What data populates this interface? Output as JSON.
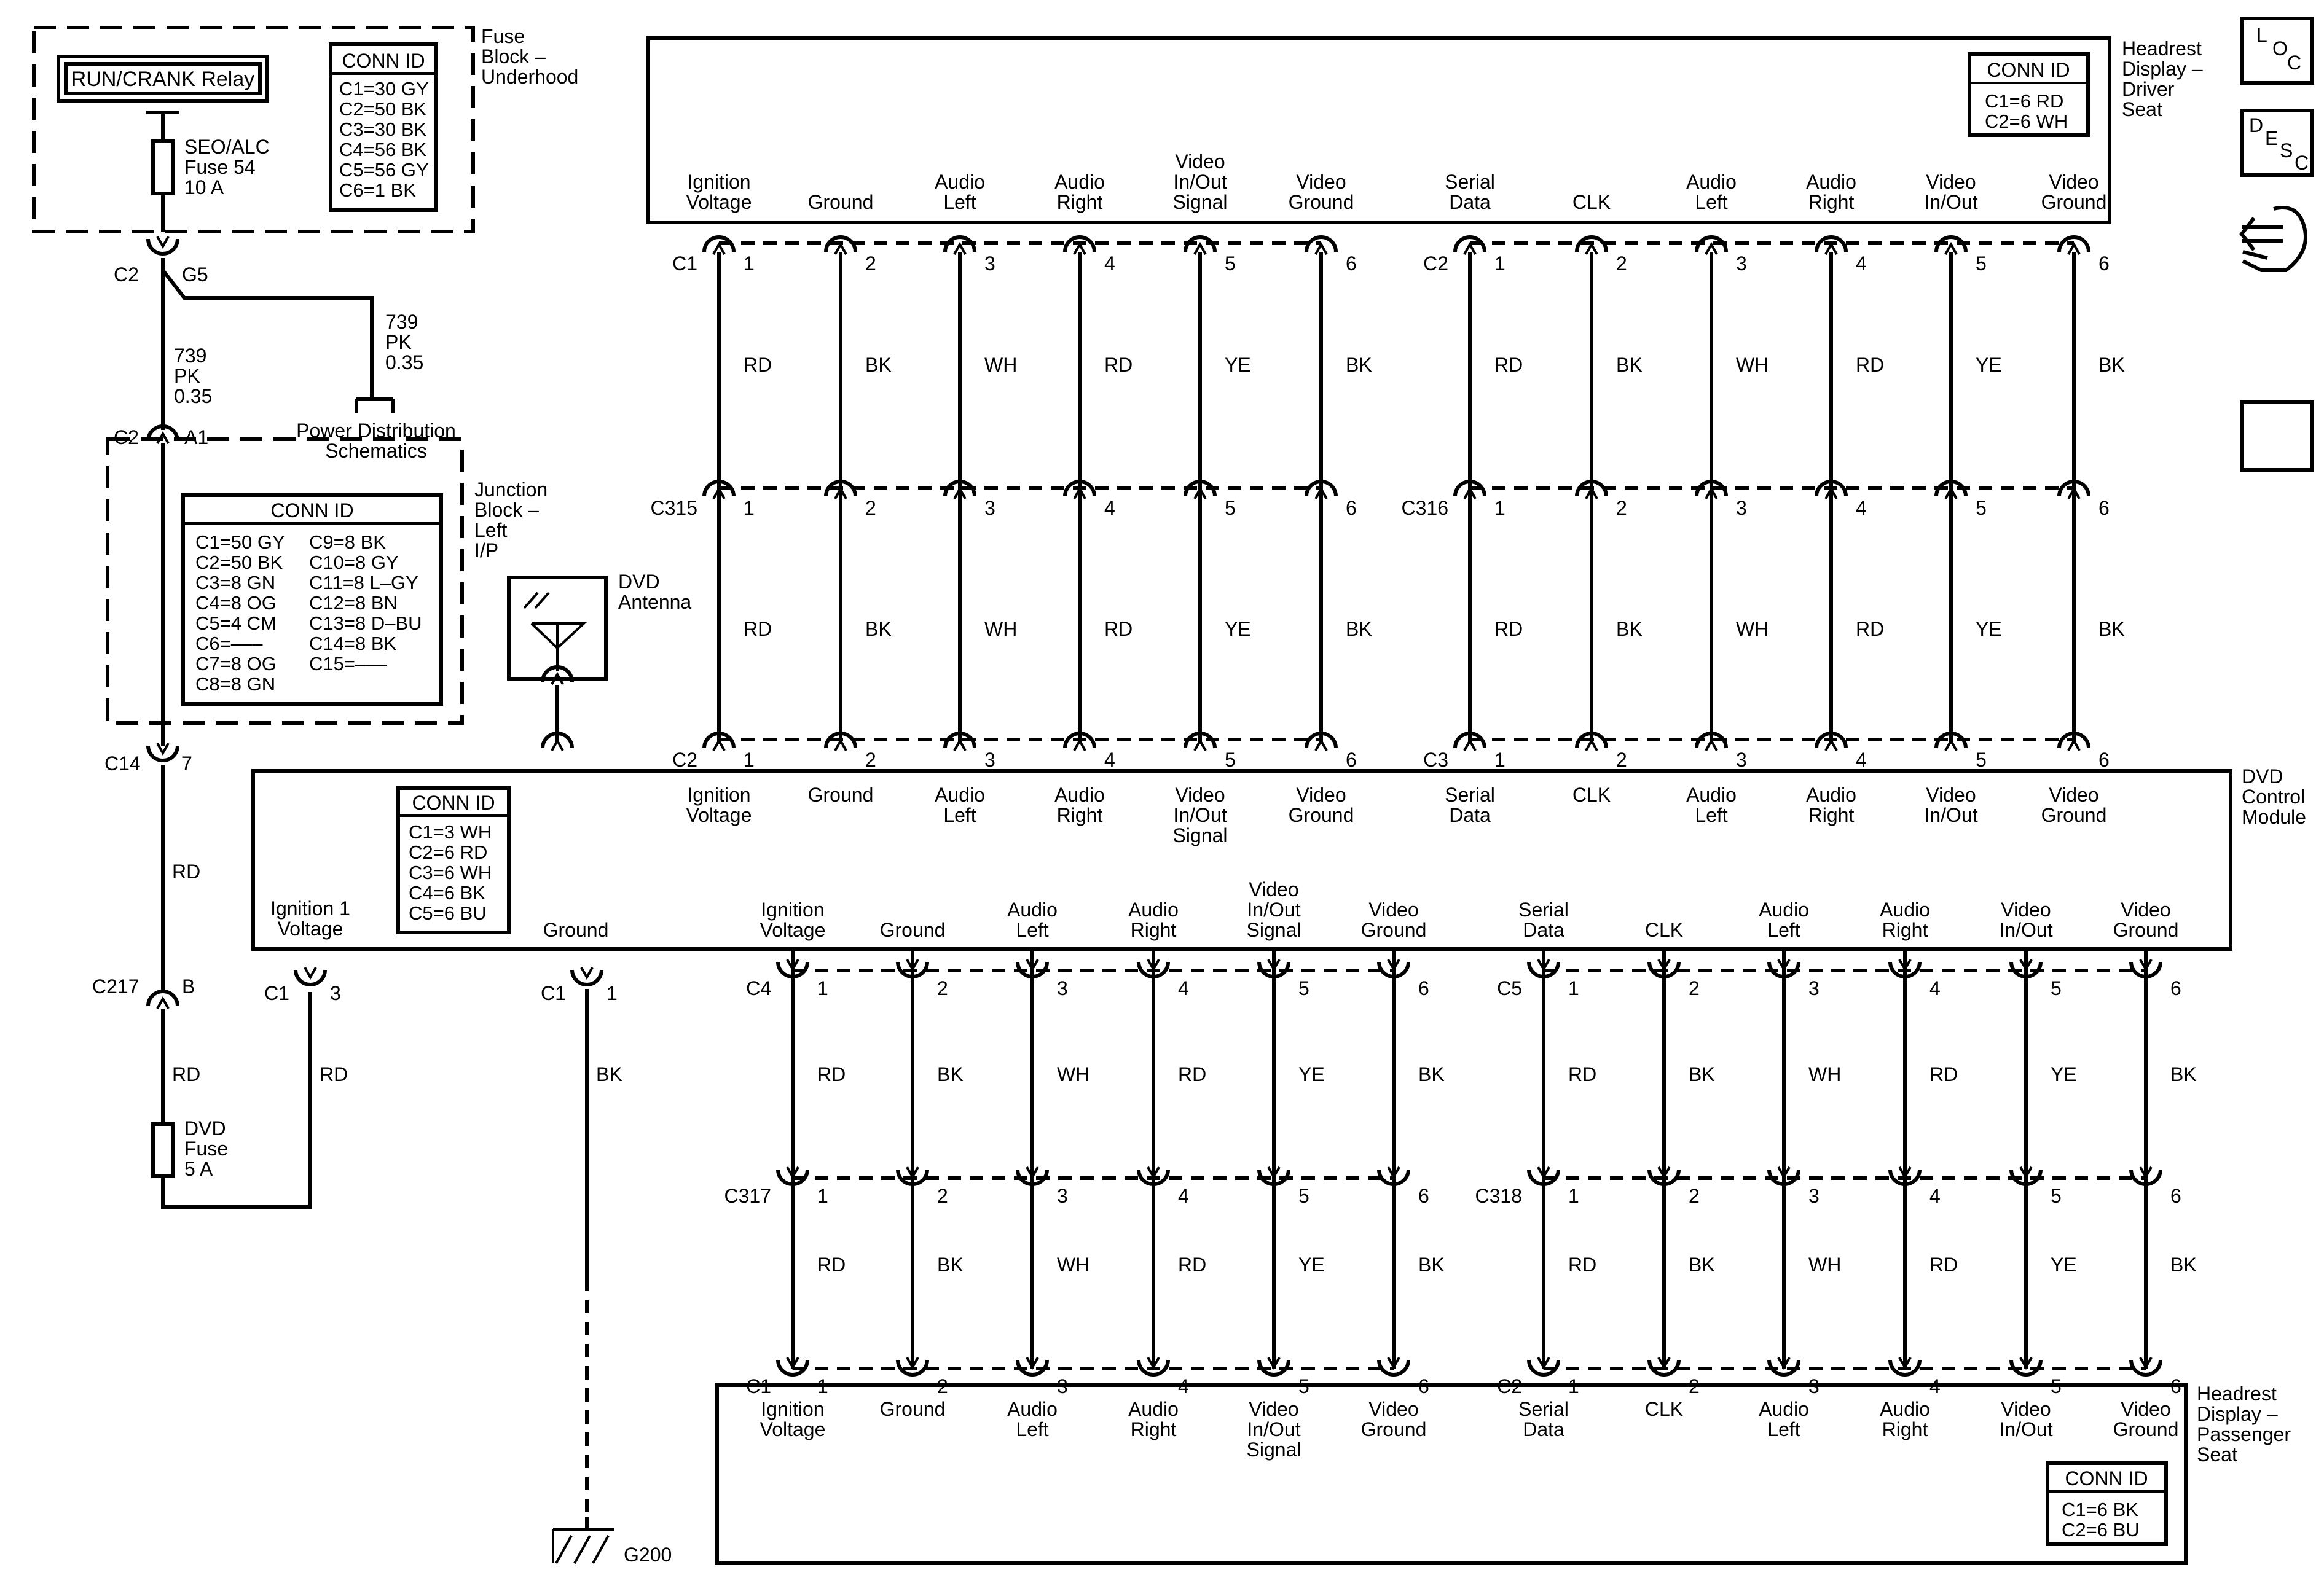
{
  "fuse_block": {
    "title_lines": [
      "Fuse",
      "Block –",
      "Underhood"
    ],
    "relay_label": "RUN/CRANK Relay",
    "fuse_lines": [
      "SEO/ALC",
      "Fuse 54",
      "10 A"
    ],
    "conn_id": {
      "title": "CONN ID",
      "lines": [
        "C1=30 GY",
        "C2=50 BK",
        "C3=30 BK",
        "C4=56 BK",
        "C5=56 GY",
        "C6=1 BK"
      ]
    }
  },
  "splice": {
    "c2_g5": [
      "C2",
      "G5"
    ],
    "wire_left": [
      "739",
      "PK",
      "0.35"
    ],
    "wire_right": [
      "739",
      "PK",
      "0.35"
    ],
    "power_dist": [
      "Power Distribution",
      "Schematics"
    ],
    "c2_a1": [
      "C2",
      "A1"
    ]
  },
  "junction_block": {
    "title_lines": [
      "Junction",
      "Block –",
      "Left",
      "I/P"
    ],
    "conn_id": {
      "title": "CONN ID",
      "col1": [
        "C1=50 GY",
        "C2=50 BK",
        "C3=8 GN",
        "C4=8 OG",
        "C5=4 CM",
        "C6=–––",
        "C7=8 OG",
        "C8=8 GN"
      ],
      "col2": [
        "C9=8 BK",
        "C10=8 GY",
        "C11=8 L–GY",
        "C12=8 BN",
        "C13=8 D–BU",
        "C14=8 BK",
        "C15=–––"
      ]
    }
  },
  "left_circuit": {
    "c14": [
      "C14",
      "7"
    ],
    "rd1": "RD",
    "c217": [
      "C217",
      "B"
    ],
    "rd2": "RD",
    "dvd_fuse": [
      "DVD",
      "Fuse",
      "5 A"
    ]
  },
  "antenna": {
    "label_lines": [
      "DVD",
      "Antenna"
    ]
  },
  "driver_display": {
    "title_lines": [
      "Headrest",
      "Display –",
      "Driver",
      "Seat"
    ],
    "conn_id": {
      "title": "CONN ID",
      "lines": [
        "C1=6 RD",
        "C2=6 WH"
      ]
    },
    "pins_left": [
      [
        "Ignition",
        "Voltage"
      ],
      [
        "Ground"
      ],
      [
        "Audio",
        "Left"
      ],
      [
        "Audio",
        "Right"
      ],
      [
        "Video",
        "In/Out",
        "Signal"
      ],
      [
        "Video",
        "Ground"
      ]
    ],
    "pins_right": [
      [
        "Serial",
        "Data"
      ],
      [
        "CLK"
      ],
      [
        "Audio",
        "Left"
      ],
      [
        "Audio",
        "Right"
      ],
      [
        "Video",
        "In/Out"
      ],
      [
        "Video",
        "Ground"
      ]
    ]
  },
  "upper_harness": {
    "connectors_left": [
      "C1",
      "C315",
      "C2"
    ],
    "connectors_right": [
      "C2",
      "C316",
      "C3"
    ],
    "pin_numbers": [
      "1",
      "2",
      "3",
      "4",
      "5",
      "6"
    ],
    "colors": [
      "RD",
      "BK",
      "WH",
      "RD",
      "YE",
      "BK"
    ]
  },
  "dvd_module": {
    "title_lines": [
      "DVD",
      "Control",
      "Module"
    ],
    "conn_id": {
      "title": "CONN ID",
      "lines": [
        "C1=3 WH",
        "C2=6 RD",
        "C3=6 WH",
        "C4=6 BK",
        "C5=6 BU"
      ]
    },
    "top_pins_left": [
      [
        "Ignition",
        "Voltage"
      ],
      [
        "Ground"
      ],
      [
        "Audio",
        "Left"
      ],
      [
        "Audio",
        "Right"
      ],
      [
        "Video",
        "In/Out",
        "Signal"
      ],
      [
        "Video",
        "Ground"
      ]
    ],
    "top_pins_right": [
      [
        "Serial",
        "Data"
      ],
      [
        "CLK"
      ],
      [
        "Audio",
        "Left"
      ],
      [
        "Audio",
        "Right"
      ],
      [
        "Video",
        "In/Out"
      ],
      [
        "Video",
        "Ground"
      ]
    ],
    "ign1_lines": [
      "Ignition 1",
      "Voltage"
    ],
    "ground_label": "Ground",
    "bottom_pins_left": [
      [
        "Ignition",
        "Voltage"
      ],
      [
        "Ground"
      ],
      [
        "Audio",
        "Left"
      ],
      [
        "Audio",
        "Right"
      ],
      [
        "Video",
        "In/Out",
        "Signal"
      ],
      [
        "Video",
        "Ground"
      ]
    ],
    "bottom_pins_right": [
      [
        "Serial",
        "Data"
      ],
      [
        "CLK"
      ],
      [
        "Audio",
        "Left"
      ],
      [
        "Audio",
        "Right"
      ],
      [
        "Video",
        "In/Out"
      ],
      [
        "Video",
        "Ground"
      ]
    ]
  },
  "lower_left_circuits": {
    "c1_ign": [
      "C1",
      "3"
    ],
    "rd": "RD",
    "c1_gnd": [
      "C1",
      "1"
    ],
    "bk": "BK",
    "ground_ref": "G200"
  },
  "lower_harness": {
    "connectors_left": [
      "C4",
      "C317",
      "C1"
    ],
    "connectors_right": [
      "C5",
      "C318",
      "C2"
    ],
    "pin_numbers": [
      "1",
      "2",
      "3",
      "4",
      "5",
      "6"
    ],
    "colors": [
      "RD",
      "BK",
      "WH",
      "RD",
      "YE",
      "BK"
    ]
  },
  "passenger_display": {
    "title_lines": [
      "Headrest",
      "Display –",
      "Passenger",
      "Seat"
    ],
    "conn_id": {
      "title": "CONN ID",
      "lines": [
        "C1=6 BK",
        "C2=6 BU"
      ]
    },
    "pins_left": [
      [
        "Ignition",
        "Voltage"
      ],
      [
        "Ground"
      ],
      [
        "Audio",
        "Left"
      ],
      [
        "Audio",
        "Right"
      ],
      [
        "Video",
        "In/Out",
        "Signal"
      ],
      [
        "Video",
        "Ground"
      ]
    ],
    "pins_right": [
      [
        "Serial",
        "Data"
      ],
      [
        "CLK"
      ],
      [
        "Audio",
        "Left"
      ],
      [
        "Audio",
        "Right"
      ],
      [
        "Video",
        "In/Out"
      ],
      [
        "Video",
        "Ground"
      ]
    ]
  },
  "nav_buttons": {
    "loc": [
      "L",
      "O",
      "C"
    ],
    "desc": [
      "D",
      "E",
      "S",
      "C"
    ],
    "icons": [
      "wrench-connector-icon",
      "back-arrow-icon"
    ]
  }
}
